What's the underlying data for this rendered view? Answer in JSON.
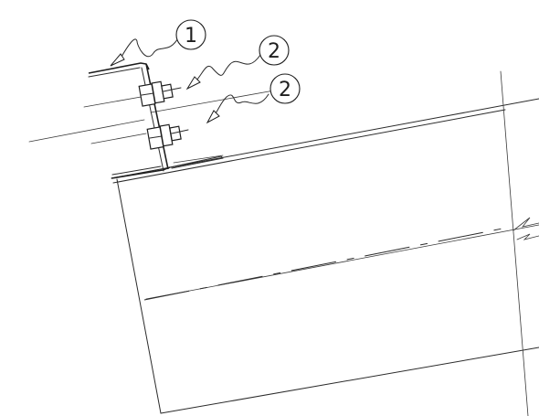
{
  "callouts": [
    {
      "label": "1"
    },
    {
      "label": "2"
    },
    {
      "label": "2"
    }
  ]
}
